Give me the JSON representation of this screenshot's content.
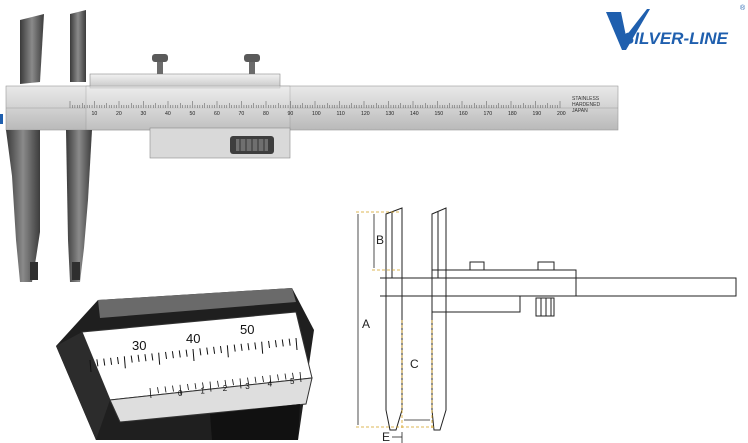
{
  "brand": {
    "name": "SILVER-LINE",
    "registered": "®",
    "color": "#1f5fae"
  },
  "main_scale": {
    "numbers": [
      "10",
      "20",
      "30",
      "40",
      "50",
      "60",
      "70",
      "80",
      "90",
      "100",
      "110",
      "120",
      "130",
      "140",
      "150",
      "160",
      "170",
      "180",
      "190",
      "200"
    ],
    "small_text_right": [
      "STAINLESS",
      "HARDENED",
      "JAPAN"
    ]
  },
  "vernier_inset": {
    "upper_numbers": [
      "30",
      "40",
      "50"
    ],
    "lower_numbers": [
      "0",
      "1",
      "2",
      "3",
      "4",
      "5"
    ]
  },
  "drawing": {
    "labels": {
      "a": "A",
      "b": "B",
      "c": "C",
      "e": "E"
    }
  }
}
